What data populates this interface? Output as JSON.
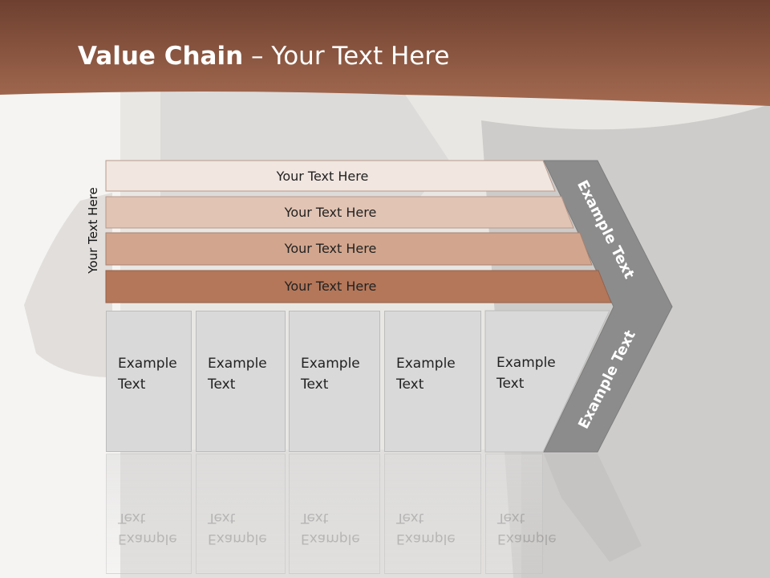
{
  "slide": {
    "title_bold": "Value Chain",
    "title_rest": " – Your Text Here",
    "side_label": "Your Text Here",
    "bars": [
      {
        "label": "Your Text Here",
        "color": "#f1e6e0"
      },
      {
        "label": "Your Text Here",
        "color": "#e2c4b4"
      },
      {
        "label": "Your Text Here",
        "color": "#d2a68e"
      },
      {
        "label": "Your Text Here",
        "color": "#b4775a"
      }
    ],
    "activities": [
      {
        "line1": "Example",
        "line2": "Text"
      },
      {
        "line1": "Example",
        "line2": "Text"
      },
      {
        "line1": "Example",
        "line2": "Text"
      },
      {
        "line1": "Example",
        "line2": "Text"
      },
      {
        "line1": "Example",
        "line2": "Text"
      }
    ],
    "arrow_upper_label": "Example Text",
    "arrow_lower_label": "Example Text"
  },
  "colors": {
    "header": "#8f5a40",
    "arrow": "#8c8c8c",
    "box": "#d9d9d9"
  }
}
